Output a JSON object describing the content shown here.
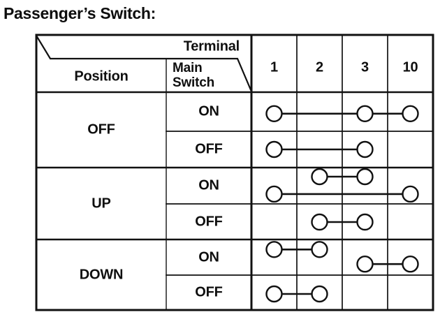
{
  "title": "Passenger’s Switch:",
  "table": {
    "header": {
      "terminal_label": "Terminal",
      "main_switch_label": "Main\nSwitch",
      "position_label": "Position",
      "terminals": [
        "1",
        "2",
        "3",
        "10"
      ]
    },
    "sections": [
      {
        "position": "OFF",
        "rows": [
          {
            "main_switch": "ON",
            "connections": [
              {
                "terminals": [
                  "1",
                  "3",
                  "10"
                ],
                "level": 0.55
              }
            ]
          },
          {
            "main_switch": "OFF",
            "connections": [
              {
                "terminals": [
                  "1",
                  "3"
                ],
                "level": 0.5
              }
            ]
          }
        ]
      },
      {
        "position": "UP",
        "rows": [
          {
            "main_switch": "ON",
            "connections": [
              {
                "terminals": [
                  "2",
                  "3"
                ],
                "level": 0.25
              },
              {
                "terminals": [
                  "1",
                  "10"
                ],
                "level": 0.73
              }
            ]
          },
          {
            "main_switch": "OFF",
            "connections": [
              {
                "terminals": [
                  "2",
                  "3"
                ],
                "level": 0.51
              }
            ]
          }
        ]
      },
      {
        "position": "DOWN",
        "rows": [
          {
            "main_switch": "ON",
            "connections": [
              {
                "terminals": [
                  "1",
                  "2"
                ],
                "level": 0.28
              },
              {
                "terminals": [
                  "3",
                  "10"
                ],
                "level": 0.69
              }
            ]
          },
          {
            "main_switch": "OFF",
            "connections": [
              {
                "terminals": [
                  "1",
                  "2"
                ],
                "level": 0.54
              }
            ]
          }
        ]
      }
    ]
  },
  "colors": {
    "ink": "#111111",
    "paper": "#ffffff"
  }
}
